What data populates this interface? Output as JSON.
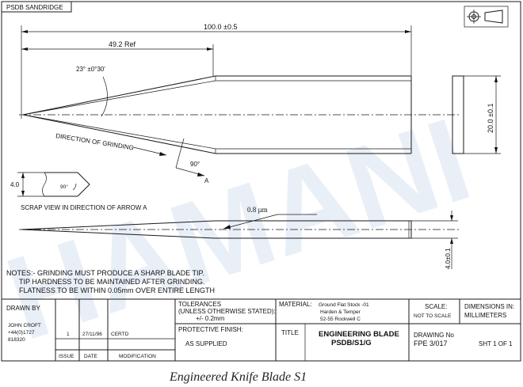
{
  "header_label": "PSDB SANDRIDGE",
  "watermark": "HAMANI",
  "dimensions": {
    "overall_length": "100.0 ±0.5",
    "ref_length": "49.2 Ref",
    "angle": "23° ±0°30'",
    "direction_label": "DIRECTION OF GRINDING",
    "right_angle": "90°",
    "arrow_label": "A",
    "width": "20.0 ±0.1",
    "scrap_thickness": "4.0",
    "scrap_angle": "90°",
    "scrap_view_label": "SCRAP VIEW IN DIRECTION OF ARROW A",
    "finish": "0.8 µm",
    "thickness": "4.0±0.1"
  },
  "notes": [
    "NOTES:- GRINDING MUST PRODUCE A SHARP BLADE TIP.",
    "TIP HARDNESS TO BE MAINTAINED AFTER GRINDING.",
    "FLATNESS TO BE WITHIN 0.05mm OVER ENTIRE LENGTH"
  ],
  "title_block": {
    "drawn_by_label": "DRAWN BY",
    "drawn_by_name": "JOHN CROFT",
    "drawn_by_phone_1": "+44(0)1727",
    "drawn_by_phone_2": "818320",
    "issue_value": "1",
    "date_value": "27/11/96",
    "mod_value": "CERTD",
    "issue_label": "ISSUE",
    "date_label": "DATE",
    "mod_label": "MODIFICATION",
    "tolerances_1": "TOLERANCES",
    "tolerances_2": "(UNLESS OTHERWISE STATED):",
    "tolerances_3": "+/- 0.2mm",
    "finish_label": "PROTECTIVE FINISH:",
    "finish_value": "AS SUPPLIED",
    "material_label": "MATERIAL:",
    "material_1": "Ground Flat Stock -01",
    "material_2": "Harden & Temper",
    "material_3": "52-55 Rockwell C",
    "title_label": "TITLE",
    "title_1": "ENGINEERING BLADE",
    "title_2": "PSDB/S1/G",
    "scale_label": "SCALE:",
    "scale_value": "NOT TO SCALE",
    "dim_label_1": "DIMENSIONS IN:",
    "dim_label_2": "MILLIMETERS",
    "drawing_no_label": "DRAWING No",
    "drawing_no": "FPE 3/017",
    "sheet": "SHT 1 OF 1"
  },
  "caption": "Engineered Knife Blade S1"
}
